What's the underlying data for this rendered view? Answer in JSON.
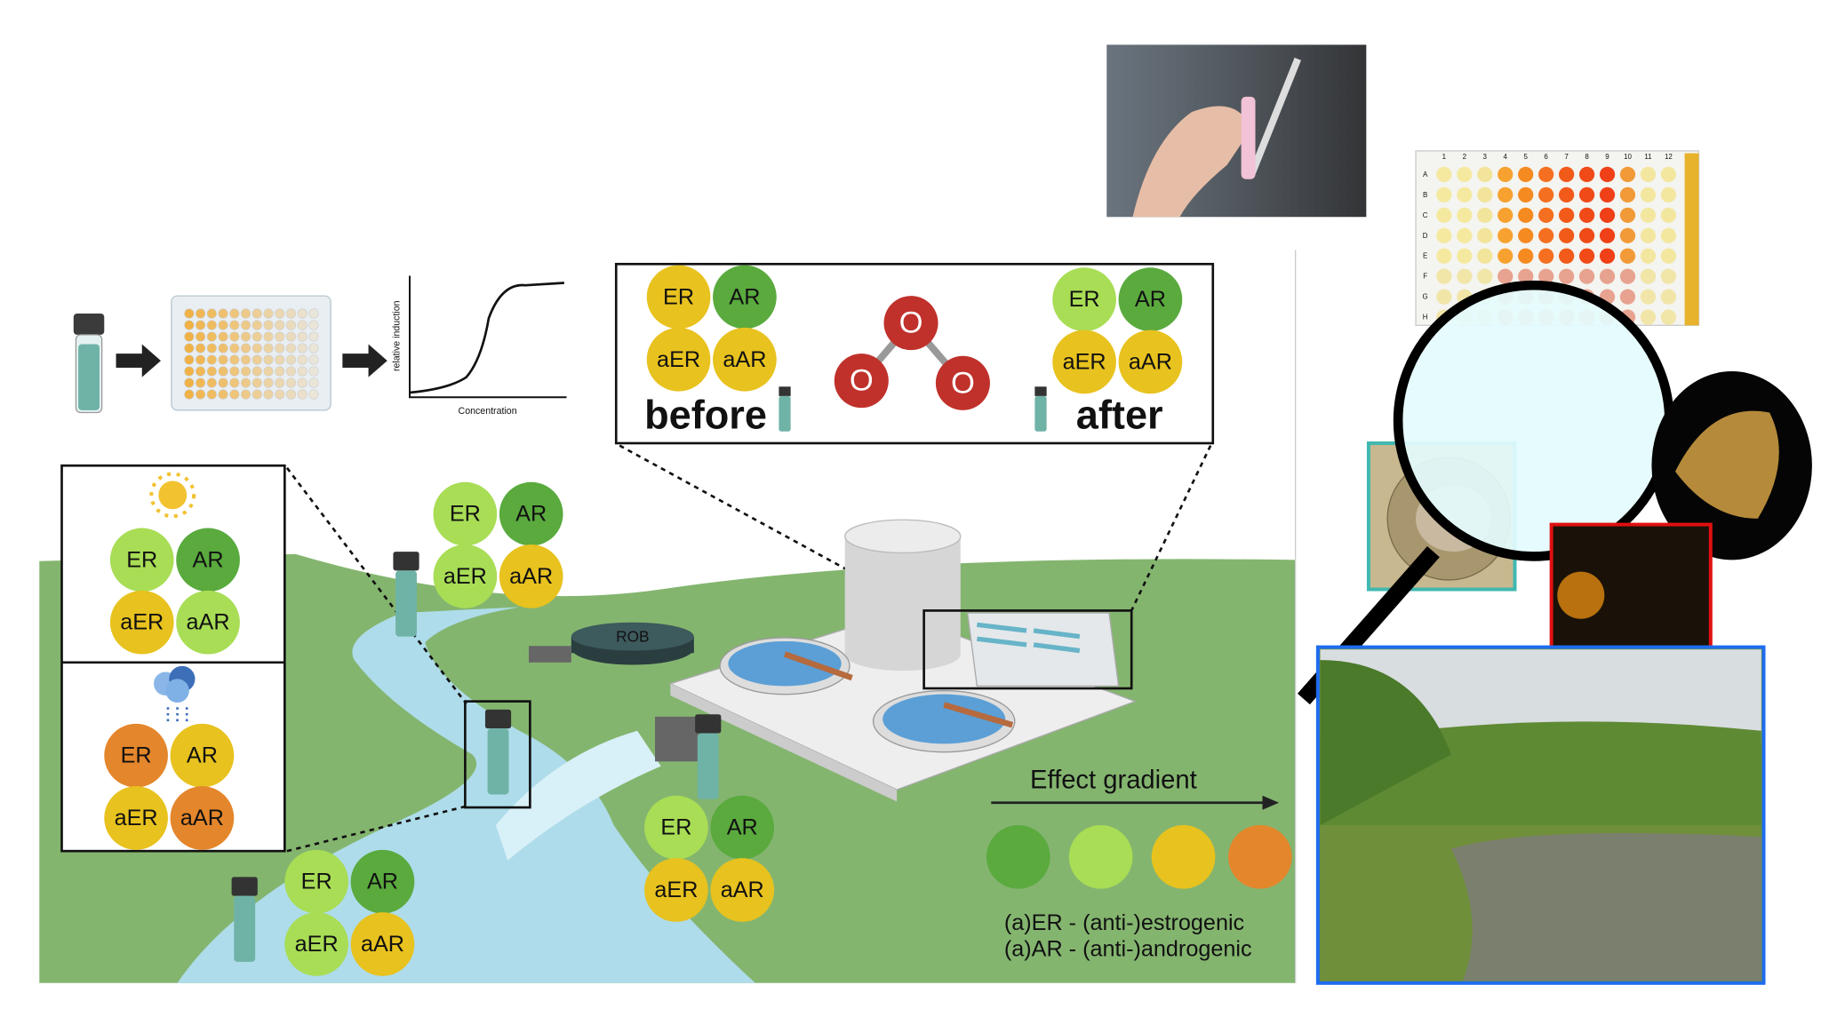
{
  "colors": {
    "strong_green": "#5aaa3e",
    "light_green": "#a8dd55",
    "yellow": "#e8c21e",
    "orange": "#e4862b",
    "land": "#84b56f",
    "river": "#aedcea"
  },
  "workflow": {
    "y_axis_label": "relative induction",
    "x_axis_label": "Concentration"
  },
  "ozonation": {
    "before_label": "before",
    "after_label": "after",
    "atoms": [
      "O",
      "O",
      "O"
    ],
    "before": {
      "ER": "yellow",
      "AR": "strong_green",
      "aER": "yellow",
      "aAR": "yellow"
    },
    "after": {
      "ER": "light_green",
      "AR": "strong_green",
      "aER": "yellow",
      "aAR": "yellow"
    }
  },
  "endpoint_labels": [
    "ER",
    "AR",
    "aER",
    "aAR"
  ],
  "sites": {
    "dry_weather": {
      "ER": "light_green",
      "AR": "strong_green",
      "aER": "yellow",
      "aAR": "light_green"
    },
    "rain_weather": {
      "ER": "orange",
      "AR": "yellow",
      "aER": "yellow",
      "aAR": "orange"
    },
    "upstream": {
      "ER": "light_green",
      "AR": "strong_green",
      "aER": "light_green",
      "aAR": "yellow"
    },
    "effluent": {
      "ER": "light_green",
      "AR": "strong_green",
      "aER": "yellow",
      "aAR": "yellow"
    },
    "downstream": {
      "ER": "light_green",
      "AR": "strong_green",
      "aER": "light_green",
      "aAR": "yellow"
    }
  },
  "plant": {
    "tank_label": "ROB"
  },
  "legend": {
    "title": "Effect gradient",
    "gradient": [
      "strong_green",
      "light_green",
      "yellow",
      "orange"
    ],
    "line1": "(a)ER - (anti-)estrogenic",
    "line2": "(a)AR - (anti-)androgenic"
  },
  "plate": {
    "columns": [
      "1",
      "2",
      "3",
      "4",
      "5",
      "6",
      "7",
      "8",
      "9",
      "10",
      "11",
      "12"
    ],
    "rows": [
      "A",
      "B",
      "C",
      "D",
      "E",
      "F",
      "G",
      "H"
    ]
  }
}
